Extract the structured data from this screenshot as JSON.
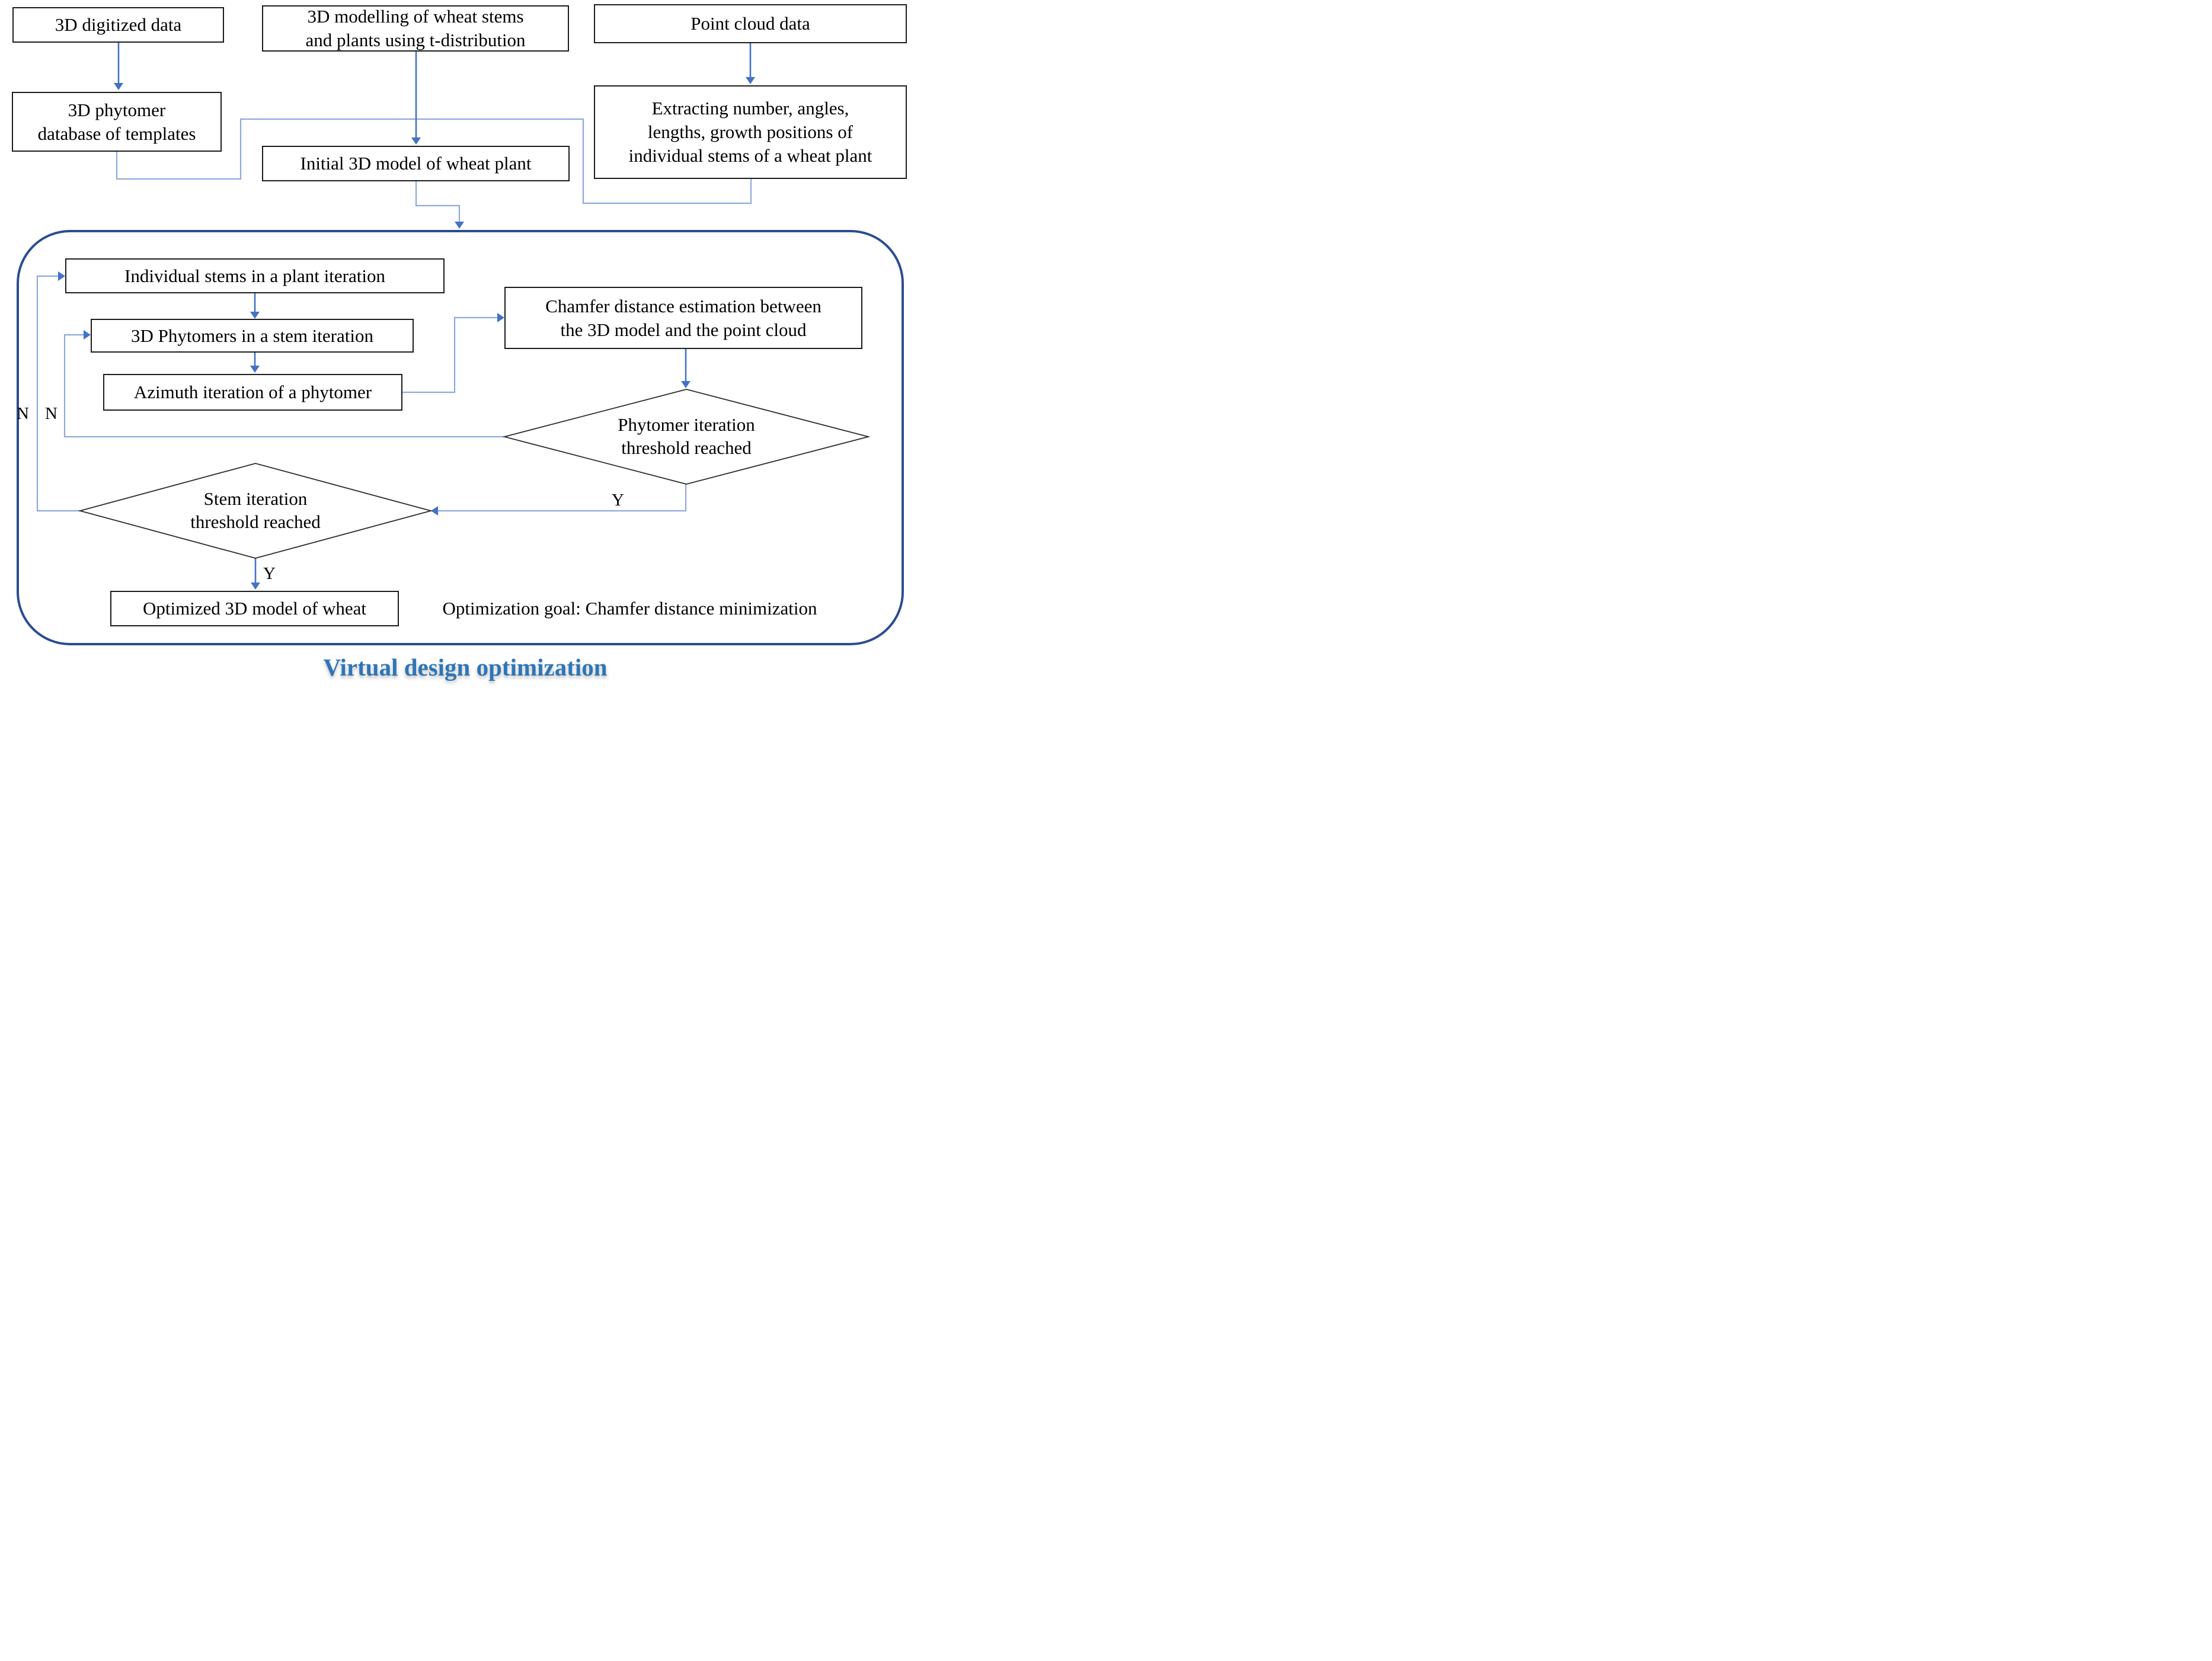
{
  "nodes": {
    "digitized": {
      "label": "3D digitized data"
    },
    "modelling": {
      "label": [
        "3D modelling of wheat stems",
        "and plants using t-distribution"
      ]
    },
    "point_cloud": {
      "label": "Point cloud data"
    },
    "phytomer_db": {
      "label": [
        "3D phytomer",
        "database of templates"
      ]
    },
    "initial_model": {
      "label": "Initial 3D model of wheat plant"
    },
    "extracting": {
      "label": [
        "Extracting number, angles,",
        "lengths, growth positions of",
        "individual stems of a wheat plant"
      ]
    },
    "stems_iteration": {
      "label": "Individual stems in a plant iteration"
    },
    "phytomers_iteration": {
      "label": "3D Phytomers in a stem iteration"
    },
    "azimuth_iteration": {
      "label": "Azimuth iteration of a phytomer"
    },
    "chamfer": {
      "label": [
        "Chamfer distance estimation between",
        "the 3D model and the point cloud"
      ]
    },
    "phytomer_threshold": {
      "label": [
        "Phytomer iteration",
        "threshold reached"
      ]
    },
    "stem_threshold": {
      "label": [
        "Stem iteration",
        "threshold reached"
      ]
    },
    "optimized": {
      "label": "Optimized 3D model of wheat"
    }
  },
  "branch_labels": {
    "n_stem": "N",
    "n_phytomer": "N",
    "y_phytomer": "Y",
    "y_stem": "Y"
  },
  "goal_text": "Optimization goal: Chamfer distance minimization",
  "caption": "Virtual design optimization",
  "colors": {
    "arrow": "#4472C4",
    "connector": "#8EA9DC",
    "container": "#2B4C93",
    "caption": "#2E75B6",
    "box_border": "#1C1C1C",
    "diamond_border": "#2B2B2B"
  }
}
